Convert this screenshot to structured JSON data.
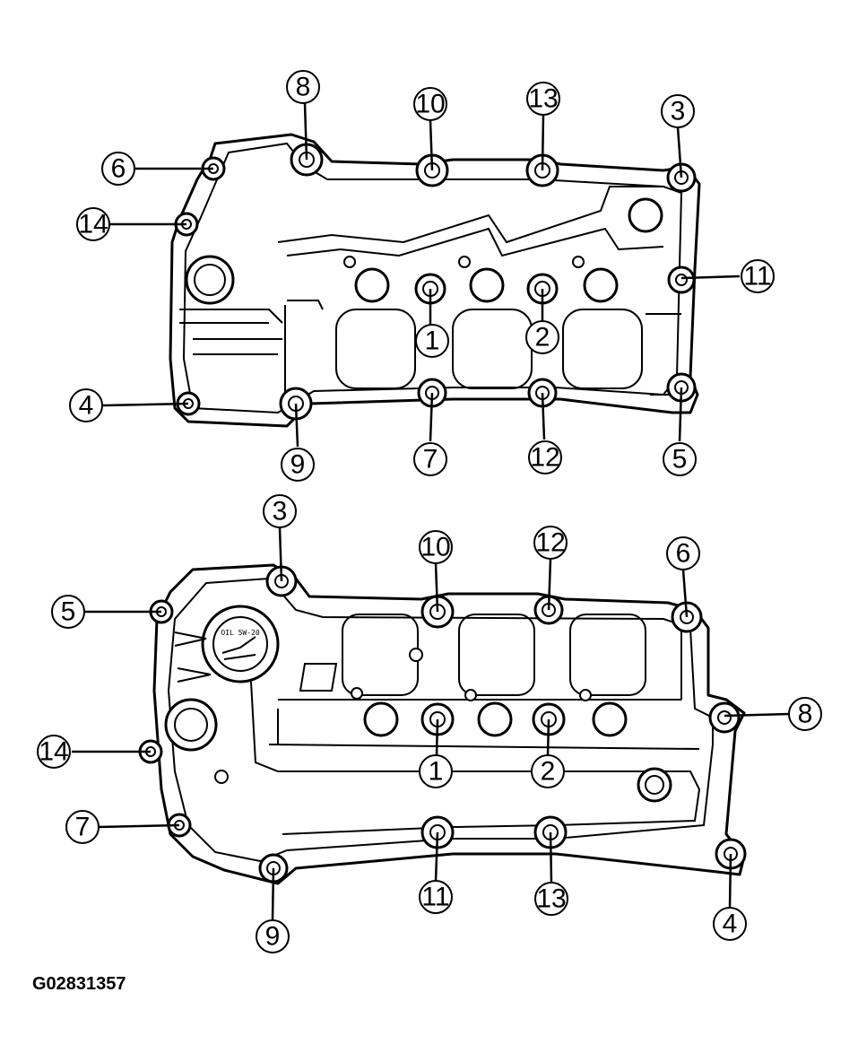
{
  "figure_code": "G02831357",
  "oil_cap_label": "OIL 5W-20",
  "top_cover": {
    "callouts": [
      {
        "label": "8"
      },
      {
        "label": "10"
      },
      {
        "label": "13"
      },
      {
        "label": "3"
      },
      {
        "label": "6"
      },
      {
        "label": "14"
      },
      {
        "label": "11"
      },
      {
        "label": "1"
      },
      {
        "label": "2"
      },
      {
        "label": "4"
      },
      {
        "label": "9"
      },
      {
        "label": "7"
      },
      {
        "label": "12"
      },
      {
        "label": "5"
      }
    ]
  },
  "bottom_cover": {
    "callouts": [
      {
        "label": "3"
      },
      {
        "label": "10"
      },
      {
        "label": "12"
      },
      {
        "label": "6"
      },
      {
        "label": "5"
      },
      {
        "label": "8"
      },
      {
        "label": "14"
      },
      {
        "label": "1"
      },
      {
        "label": "2"
      },
      {
        "label": "7"
      },
      {
        "label": "9"
      },
      {
        "label": "11"
      },
      {
        "label": "13"
      },
      {
        "label": "4"
      }
    ]
  }
}
